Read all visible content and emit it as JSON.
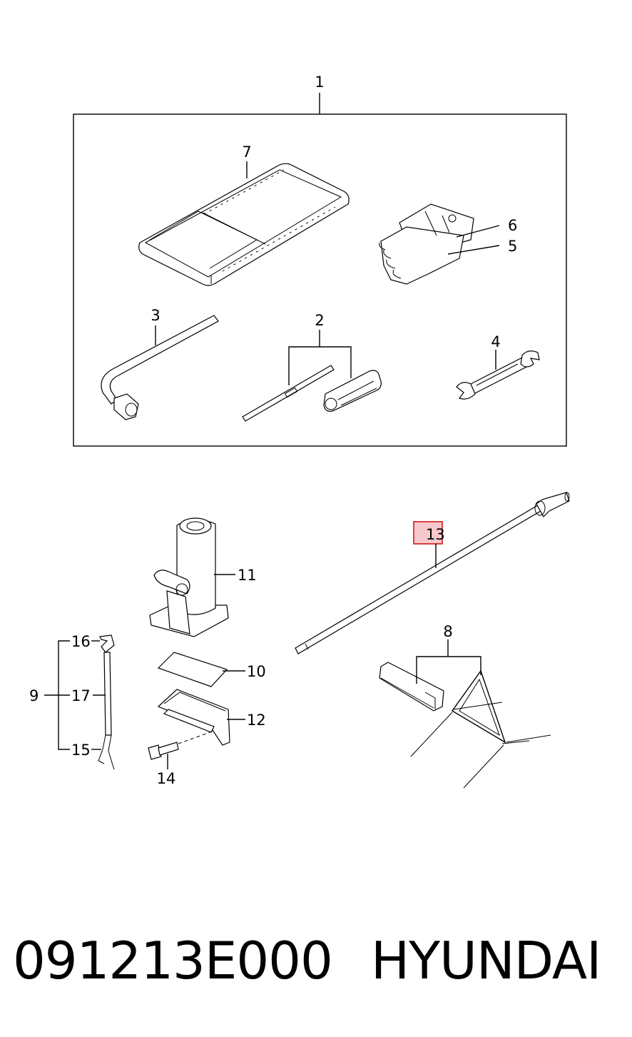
{
  "callouts": {
    "c1": "1",
    "c2": "2",
    "c3": "3",
    "c4": "4",
    "c5": "5",
    "c6": "6",
    "c7": "7",
    "c8": "8",
    "c9": "9",
    "c10": "10",
    "c11": "11",
    "c12": "12",
    "c13": "13",
    "c14": "14",
    "c15": "15",
    "c16": "16",
    "c17": "17"
  },
  "highlighted_callout": "13",
  "caption": {
    "part_number": "091213E000",
    "brand": "HYUNDAI"
  }
}
